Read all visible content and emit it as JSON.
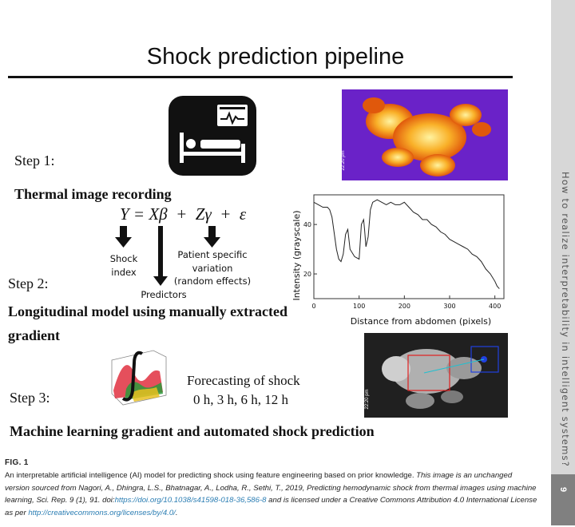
{
  "title": "Shock prediction pipeline",
  "steps": [
    {
      "label": "Step 1:",
      "description": "Thermal image recording"
    },
    {
      "label": "Step 2:",
      "description_line1": "Longitudinal model using manually extracted",
      "description_line2": "gradient"
    },
    {
      "label": "Step 3:",
      "description": "Machine learning gradient and automated shock prediction"
    }
  ],
  "equation": "Y = Xβ  +  Zγ  +  ε",
  "annotations": {
    "shock_index_line1": "Shock",
    "shock_index_line2": "index",
    "predictors": "Predictors",
    "patient_line1": "Patient specific",
    "patient_line2": "variation",
    "patient_line3": "(random effects)"
  },
  "forecast": {
    "line1": "Forecasting of shock",
    "line2": "0 h, 3 h, 6 h, 12 h"
  },
  "chart_data": {
    "type": "line",
    "title": "",
    "xlabel": "Distance from abdomen (pixels)",
    "ylabel": "Intensity (grayscale)",
    "xlim": [
      0,
      420
    ],
    "ylim": [
      10,
      52
    ],
    "x_ticks": [
      "0",
      "100",
      "200",
      "300",
      "400"
    ],
    "y_ticks": [
      "20",
      "40"
    ],
    "grid": false,
    "series": [
      {
        "x": [
          0,
          10,
          20,
          30,
          35,
          40,
          50,
          55,
          60,
          65,
          70,
          75,
          80,
          90,
          100,
          105,
          110,
          112,
          115,
          120,
          125,
          130,
          140,
          150,
          160,
          170,
          180,
          190,
          200,
          210,
          220,
          230,
          240,
          250,
          260,
          270,
          280,
          290,
          300,
          310,
          320,
          330,
          340,
          350,
          360,
          370,
          380,
          390,
          400,
          405,
          410
        ],
        "values": [
          49,
          48,
          47,
          47,
          46,
          43,
          30,
          26,
          25,
          28,
          36,
          38,
          30,
          27,
          26,
          40,
          42,
          38,
          31,
          35,
          46,
          49,
          50,
          49,
          48,
          49,
          48,
          48,
          49,
          47,
          45,
          44,
          42,
          42,
          40,
          39,
          37,
          36,
          34,
          33,
          32,
          31,
          30,
          28,
          27,
          25,
          22,
          20,
          17,
          15,
          14
        ]
      }
    ]
  },
  "thermal_timestamp_line1": "03/10/2017",
  "thermal_timestamp_line2": "22:20 pm",
  "gray_timestamp_line1": "03/10/2017",
  "gray_timestamp_line2": "22:20 pm",
  "caption": {
    "fig_label": "FIG. 1",
    "text": "An interpretable artificial intelligence (AI) model for predicting shock using feature engineering based on prior knowledge.  ",
    "source_italic": "This image is an unchanged version sourced from Nagori, A., Dhingra, L.S., Bhatnagar, A., Lodha, R., Sethi, T., 2019, Predicting hemodynamic shock from thermal images using machine learning, Sci. Rep. 9 (1), 91. doi:",
    "doi_link": "https://doi.org/10.1038/s41598-018-36,586-8",
    "license_text": " and is licensed under a Creative Commons Attribution 4.0 International License as per ",
    "license_link": "http://creativecommons.org/licenses/by/4.0/",
    "end": "."
  },
  "sidebar": {
    "running_title": "How to realize interpretability in intelligent systems?",
    "page_number": "9"
  },
  "colors": {
    "thermal_bg": "#6a22c8",
    "thermal_body": "#f08a10",
    "sidebar": "#d7d7d7",
    "page_box": "#808080",
    "link": "#2a7db3"
  }
}
